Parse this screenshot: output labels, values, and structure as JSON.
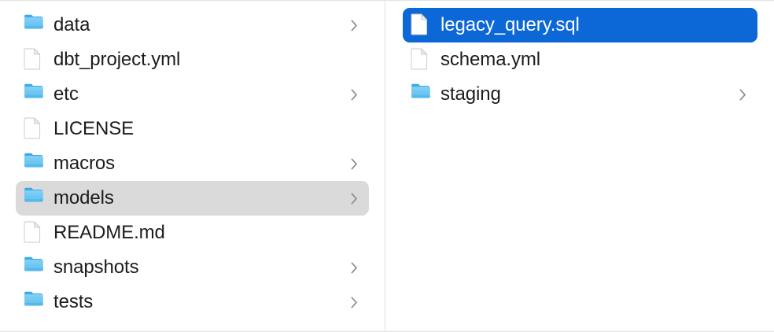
{
  "window": {
    "view_mode": "column",
    "background_color": "#ffffff",
    "divider_color": "#e1e1e1",
    "selection_focused_color": "#0b68d6",
    "selection_unfocused_color": "#dadada",
    "text_color": "#1c1c1e",
    "selected_text_color": "#ffffff",
    "folder_icon_color": "#63c2f0",
    "disclosure_chevron_color": "#8e8e8e"
  },
  "columns": [
    {
      "name": "parent-column",
      "items": [
        {
          "label": "data",
          "icon": "folder-icon",
          "kind": "folder",
          "has_chevron": true,
          "selected": false,
          "selection_style": "none"
        },
        {
          "label": "dbt_project.yml",
          "icon": "document-icon",
          "kind": "file",
          "has_chevron": false,
          "selected": false,
          "selection_style": "none"
        },
        {
          "label": "etc",
          "icon": "folder-icon",
          "kind": "folder",
          "has_chevron": true,
          "selected": false,
          "selection_style": "none"
        },
        {
          "label": "LICENSE",
          "icon": "document-icon",
          "kind": "file",
          "has_chevron": false,
          "selected": false,
          "selection_style": "none"
        },
        {
          "label": "macros",
          "icon": "folder-icon",
          "kind": "folder",
          "has_chevron": true,
          "selected": false,
          "selection_style": "none"
        },
        {
          "label": "models",
          "icon": "folder-icon",
          "kind": "folder",
          "has_chevron": true,
          "selected": true,
          "selection_style": "gray"
        },
        {
          "label": "README.md",
          "icon": "document-icon",
          "kind": "file",
          "has_chevron": false,
          "selected": false,
          "selection_style": "none"
        },
        {
          "label": "snapshots",
          "icon": "folder-icon",
          "kind": "folder",
          "has_chevron": true,
          "selected": false,
          "selection_style": "none"
        },
        {
          "label": "tests",
          "icon": "folder-icon",
          "kind": "folder",
          "has_chevron": true,
          "selected": false,
          "selection_style": "none"
        }
      ]
    },
    {
      "name": "child-column",
      "items": [
        {
          "label": "legacy_query.sql",
          "icon": "document-icon",
          "kind": "file",
          "has_chevron": false,
          "selected": true,
          "selection_style": "blue"
        },
        {
          "label": "schema.yml",
          "icon": "document-icon",
          "kind": "file",
          "has_chevron": false,
          "selected": false,
          "selection_style": "none"
        },
        {
          "label": "staging",
          "icon": "folder-icon",
          "kind": "folder",
          "has_chevron": true,
          "selected": false,
          "selection_style": "none"
        }
      ]
    }
  ]
}
